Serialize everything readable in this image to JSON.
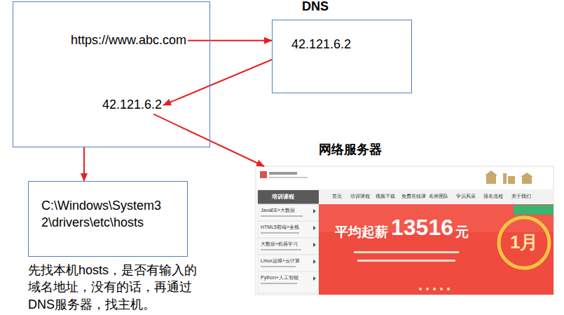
{
  "diagram": {
    "nodes": [
      {
        "text": []
      },
      {
        "text": [
          "https://www.abc.com"
        ],
        "in": 0
      },
      {
        "text": [
          "42.121.6.2"
        ],
        "in": 0
      },
      {
        "text": [
          "DNS",
          "42.121.6.2"
        ]
      },
      {
        "text": [
          "C:\\Windows\\System3 2\\drivers\\etc\\hosts"
        ]
      },
      {
        "text": [
          "网络服务器"
        ]
      }
    ],
    "edges": [
      {
        "from": 1,
        "to": 3,
        "arrow": "to"
      },
      {
        "from": 3,
        "to": 2,
        "arrow": "to"
      },
      {
        "from": 0,
        "to": 4,
        "arrow": "to"
      },
      {
        "from": 2,
        "to": 5,
        "arrow": "to"
      }
    ],
    "labels": [
      "先找本机hosts，是否有输入的 域名地址，没有的话，再通过 DNS服务器，找主机。",
      "首页",
      "培训课程",
      "视频下载",
      "免费在线课",
      "名师团队",
      "学员风采",
      "报名流程",
      "关于我们",
      "培训课程",
      "JavaEE+大数据",
      "HTML5前端+全栈",
      "大数据+机器学习",
      "Linux运维+云计算",
      "Python+人工智能",
      "平均起薪",
      "13516",
      "元",
      "1月"
    ]
  }
}
